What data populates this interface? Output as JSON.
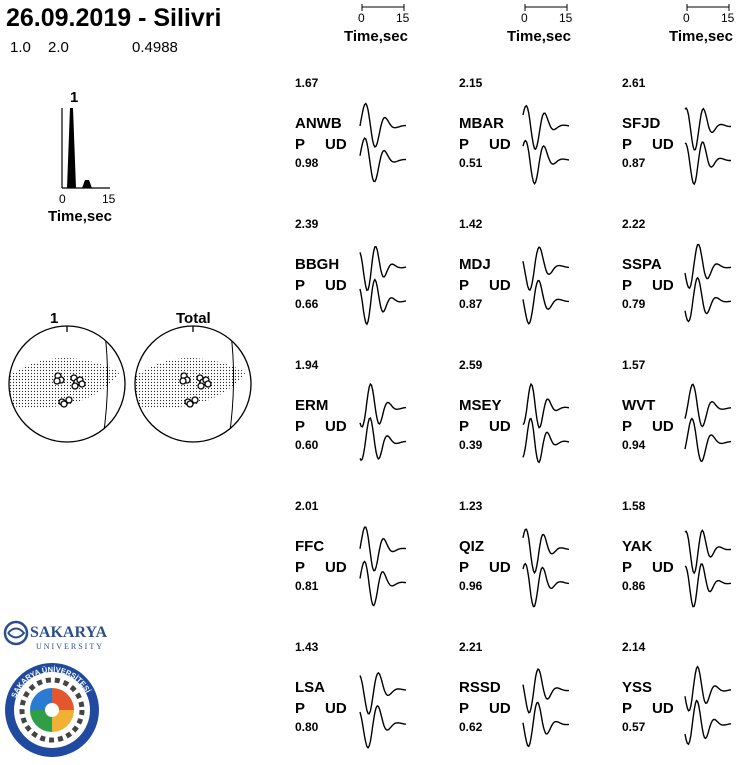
{
  "header": {
    "title": "26.09.2019 - Silivri",
    "params": [
      "1.0",
      "2.0",
      "0.4988"
    ]
  },
  "chart_data": {
    "type": "waveform-fit",
    "stf": {
      "label": "1",
      "x_axis": {
        "ticks": [
          "0",
          "15"
        ],
        "label": "Time,sec"
      }
    },
    "mechanisms": [
      {
        "label": "1"
      },
      {
        "label": "Total"
      }
    ],
    "trace_axis": {
      "ticks": [
        "0",
        "15"
      ],
      "label": "Time,sec"
    },
    "stations": [
      {
        "name": "ANWB",
        "phase": "P",
        "comp": "UD",
        "top_amp": "1.67",
        "ratio": "0.98"
      },
      {
        "name": "MBAR",
        "phase": "P",
        "comp": "UD",
        "top_amp": "2.15",
        "ratio": "0.51"
      },
      {
        "name": "SFJD",
        "phase": "P",
        "comp": "UD",
        "top_amp": "2.61",
        "ratio": "0.87"
      },
      {
        "name": "BBGH",
        "phase": "P",
        "comp": "UD",
        "top_amp": "2.39",
        "ratio": "0.66"
      },
      {
        "name": "MDJ",
        "phase": "P",
        "comp": "UD",
        "top_amp": "1.42",
        "ratio": "0.87"
      },
      {
        "name": "SSPA",
        "phase": "P",
        "comp": "UD",
        "top_amp": "2.22",
        "ratio": "0.79"
      },
      {
        "name": "ERM",
        "phase": "P",
        "comp": "UD",
        "top_amp": "1.94",
        "ratio": "0.60"
      },
      {
        "name": "MSEY",
        "phase": "P",
        "comp": "UD",
        "top_amp": "2.59",
        "ratio": "0.39"
      },
      {
        "name": "WVT",
        "phase": "P",
        "comp": "UD",
        "top_amp": "1.57",
        "ratio": "0.94"
      },
      {
        "name": "FFC",
        "phase": "P",
        "comp": "UD",
        "top_amp": "2.01",
        "ratio": "0.81"
      },
      {
        "name": "QIZ",
        "phase": "P",
        "comp": "UD",
        "top_amp": "1.23",
        "ratio": "0.96"
      },
      {
        "name": "YAK",
        "phase": "P",
        "comp": "UD",
        "top_amp": "1.58",
        "ratio": "0.86"
      },
      {
        "name": "LSA",
        "phase": "P",
        "comp": "UD",
        "top_amp": "1.43",
        "ratio": "0.80"
      },
      {
        "name": "RSSD",
        "phase": "P",
        "comp": "UD",
        "top_amp": "2.21",
        "ratio": "0.62"
      },
      {
        "name": "YSS",
        "phase": "P",
        "comp": "UD",
        "top_amp": "2.14",
        "ratio": "0.57"
      }
    ]
  },
  "logos": {
    "sakarya_text": "SAKARYA",
    "sakarya_sub": "UNIVERSITY",
    "seal_text": "SAKARYA ÜNİVERSİTESİ"
  }
}
